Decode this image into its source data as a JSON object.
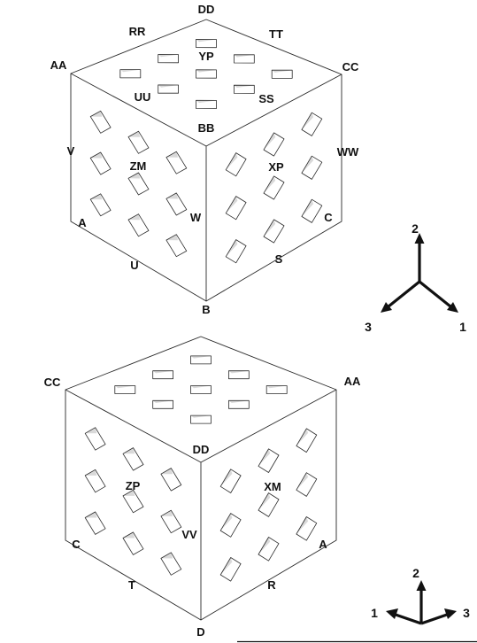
{
  "cube_top": {
    "labels": {
      "dd": "DD",
      "rr": "RR",
      "tt": "TT",
      "aa": "AA",
      "cc": "CC",
      "yp": "YP",
      "uu": "UU",
      "ss": "SS",
      "bb": "BB",
      "v": "V",
      "zm": "ZM",
      "xp": "XP",
      "ww": "WW",
      "a": "A",
      "w": "W",
      "c": "C",
      "u": "U",
      "s": "S",
      "b": "B"
    }
  },
  "axes_top": {
    "axis_2": "2",
    "axis_3": "3",
    "axis_1": "1"
  },
  "cube_bottom": {
    "labels": {
      "cc": "CC",
      "aa": "AA",
      "dd": "DD",
      "zp": "ZP",
      "xm": "XM",
      "vv": "VV",
      "c": "C",
      "a": "A",
      "t": "T",
      "r": "R",
      "d": "D"
    }
  },
  "axes_bottom": {
    "axis_2": "2",
    "axis_1": "1",
    "axis_3": "3"
  }
}
